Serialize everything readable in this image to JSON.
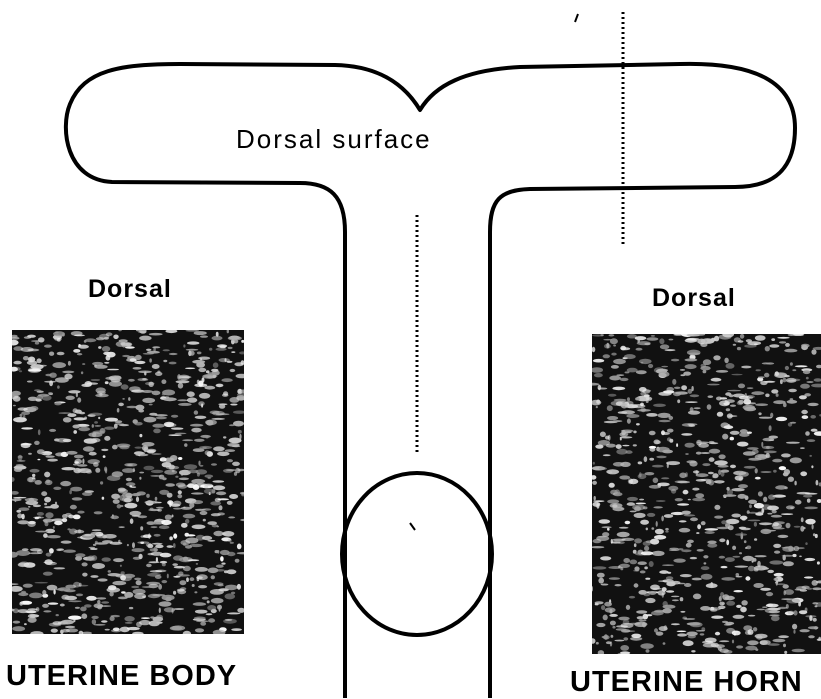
{
  "diagram": {
    "surface_label": "Dorsal surface",
    "left_view": {
      "orientation_label": "Dorsal",
      "caption": "UTERINE BODY",
      "image_icon": "ultrasound-image"
    },
    "right_view": {
      "orientation_label": "Dorsal",
      "caption": "UTERINE HORN",
      "image_icon": "ultrasound-image"
    },
    "colors": {
      "ink": "#000000",
      "background": "#ffffff"
    }
  }
}
